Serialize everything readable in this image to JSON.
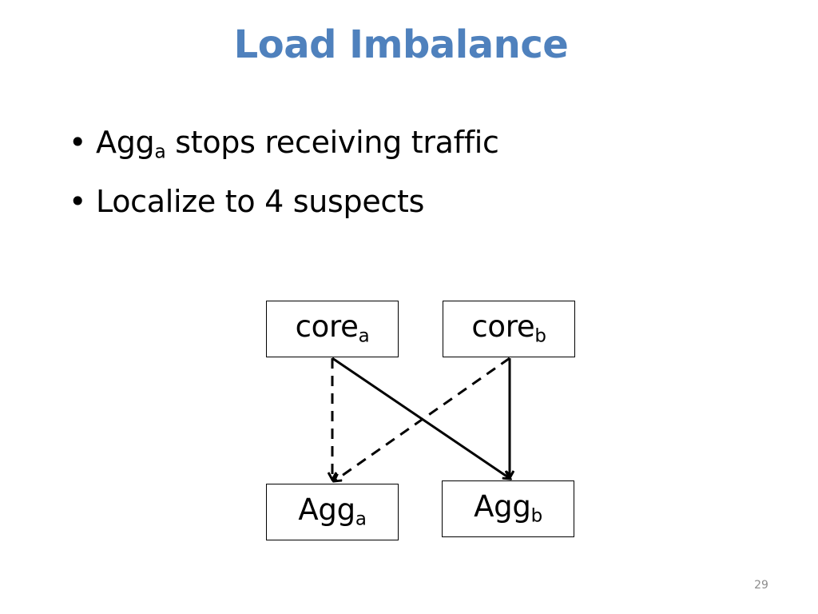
{
  "slide": {
    "title": "Load Imbalance",
    "title_color": "#4f81bd",
    "page_number": "29",
    "bullets": [
      {
        "prefix": "Agg",
        "subscript": "a",
        "suffix": " stops receiving traffic"
      },
      {
        "prefix": "Localize to 4 suspects",
        "subscript": "",
        "suffix": ""
      }
    ]
  },
  "diagram": {
    "nodes": {
      "core_a": {
        "base": "core",
        "sub": "a"
      },
      "core_b": {
        "base": "core",
        "sub": "b"
      },
      "agg_a": {
        "base": "Agg",
        "sub": "a"
      },
      "agg_b": {
        "base": "Agg",
        "sub": "b"
      }
    },
    "edges": [
      {
        "from": "core_a",
        "to": "agg_a",
        "style": "dashed"
      },
      {
        "from": "core_a",
        "to": "agg_b",
        "style": "solid"
      },
      {
        "from": "core_b",
        "to": "agg_a",
        "style": "dashed"
      },
      {
        "from": "core_b",
        "to": "agg_b",
        "style": "solid"
      }
    ]
  }
}
